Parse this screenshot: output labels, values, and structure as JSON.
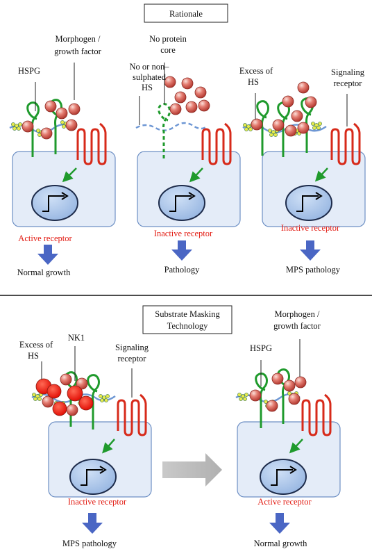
{
  "top_section": {
    "title": "Rationale",
    "panels": [
      {
        "labels": [
          "HSPG",
          "Morphogen /",
          "growth factor"
        ],
        "status": "Active receptor",
        "outcome": "Normal growth"
      },
      {
        "labels": [
          "No or non–",
          "sulphated",
          "HS",
          "No protein",
          "core"
        ],
        "status": "Inactive receptor",
        "outcome": "Pathology"
      },
      {
        "labels": [
          "Excess of",
          "HS",
          "Signaling",
          "receptor"
        ],
        "status": "Inactive receptor",
        "outcome": "MPS pathology"
      }
    ]
  },
  "bottom_section": {
    "title_lines": [
      "Substrate Masking",
      "Technology"
    ],
    "panels": [
      {
        "labels": [
          "Excess of",
          "HS",
          "NK1",
          "Signaling",
          "receptor"
        ],
        "status": "Inactive receptor",
        "outcome": "MPS pathology"
      },
      {
        "labels": [
          "HSPG",
          "Morphogen /",
          "growth factor"
        ],
        "status": "Active receptor",
        "outcome": "Normal growth"
      }
    ]
  },
  "colors": {
    "cell_fill": "#e4ecf8",
    "cell_stroke": "#6d8fc4",
    "hspg_green": "#1f9a2c",
    "receptor_red": "#d72a1a",
    "morphogen": "#d9534a",
    "nk1": "#ff1a0a",
    "sulfate_dot": "#e7ea4c",
    "hs_chain_blue": "#6e97d4",
    "outcome_arrow": "#4a66c4",
    "transition_arrow": "#bdbdbd",
    "status_red": "#e21b12"
  }
}
